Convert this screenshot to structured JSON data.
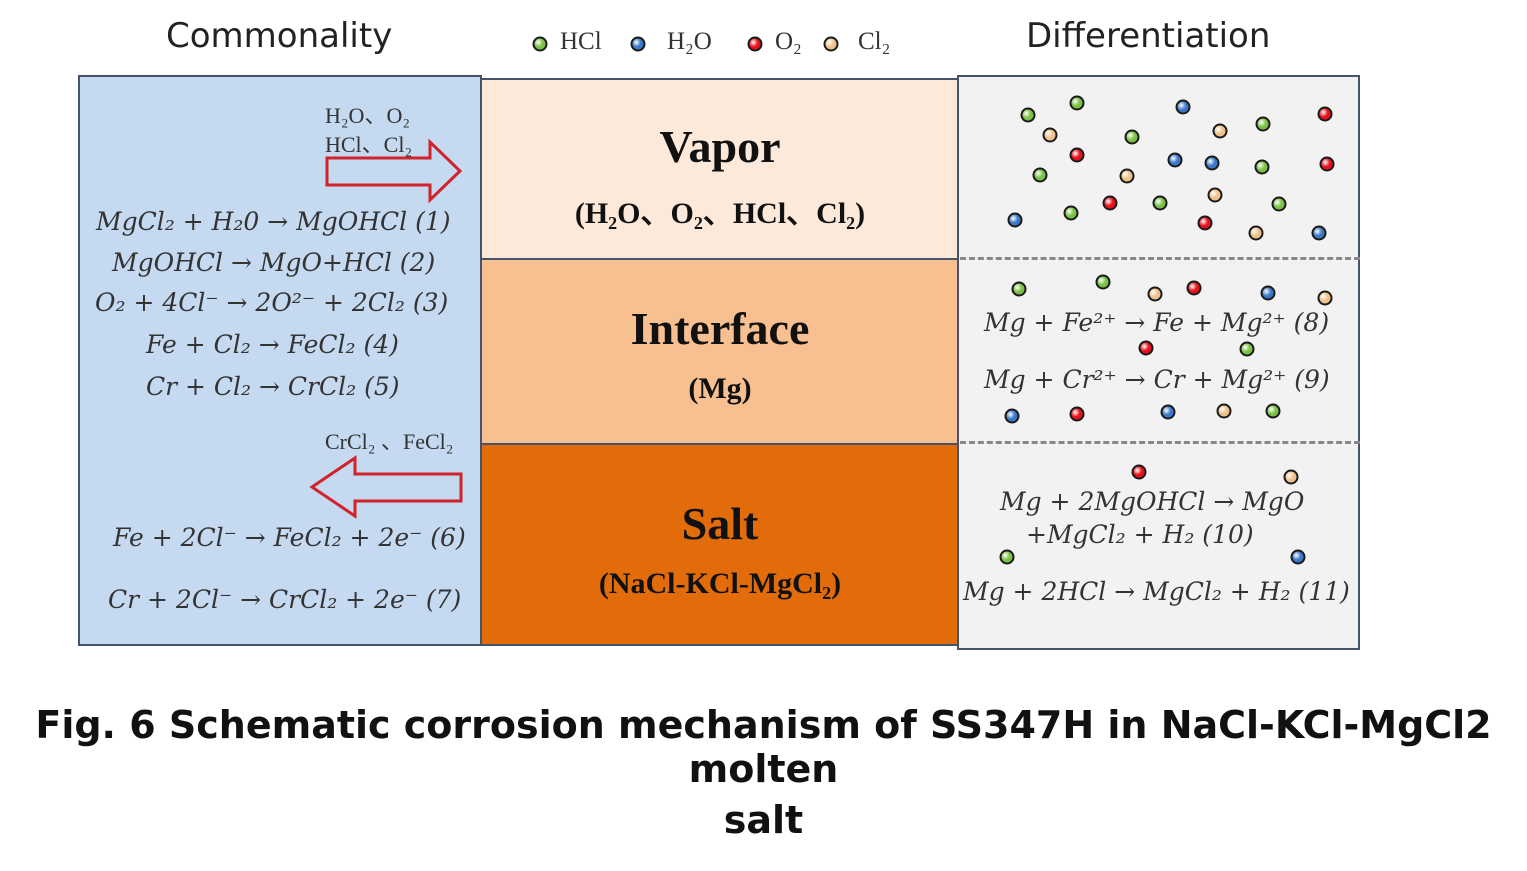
{
  "headers": {
    "left": "Commonality",
    "right": "Differentiation"
  },
  "legend": [
    {
      "label": "HCl",
      "color": "#7ac143"
    },
    {
      "label": "H₂O",
      "color": "#3a78c8"
    },
    {
      "label": "O₂",
      "color": "#e8101a"
    },
    {
      "label": "Cl₂",
      "color": "#f0c08a"
    }
  ],
  "left": {
    "arrow_out_label_1": "H₂O、O₂",
    "arrow_out_label_2": "HCl、Cl₂",
    "equations": [
      "MgCl₂ + H₂0 → MgOHCl (1)",
      "MgOHCl → MgO+HCl   (2)",
      "O₂ + 4Cl⁻ → 2O²⁻ + 2Cl₂ (3)",
      "Fe + Cl₂ → FeCl₂  (4)",
      "Cr + Cl₂ → CrCl₂  (5)"
    ],
    "arrow_in_label": "CrCl₂ 、FeCl₂",
    "equations_salt": [
      "Fe + 2Cl⁻ → FeCl₂ + 2e⁻ (6)",
      "Cr + 2Cl⁻ → CrCl₂ + 2e⁻  (7)"
    ]
  },
  "middle": {
    "vapor": {
      "title": "Vapor",
      "sub": "(H₂O、O₂、HCl、Cl₂)",
      "color": "#fde9d9"
    },
    "interface": {
      "title": "Interface",
      "sub": "(Mg)",
      "color": "#f8c091"
    },
    "salt": {
      "title": "Salt",
      "sub": "(NaCl-KCl-MgCl₂)",
      "color": "#e36c0a"
    }
  },
  "right": {
    "interface_equations": [
      "Mg + Fe²⁺ → Fe + Mg²⁺ (8)",
      "Mg + Cr²⁺ → Cr + Mg²⁺ (9)"
    ],
    "salt_equations": [
      "Mg + 2MgOHCl → MgO",
      "+MgCl₂ + H₂   (10)",
      "Mg + 2HCl → MgCl₂ + H₂ (11)"
    ]
  },
  "caption": {
    "line1": "Fig. 6 Schematic corrosion mechanism of SS347H in NaCl-KCl-MgCl2 molten",
    "line2": "salt"
  }
}
